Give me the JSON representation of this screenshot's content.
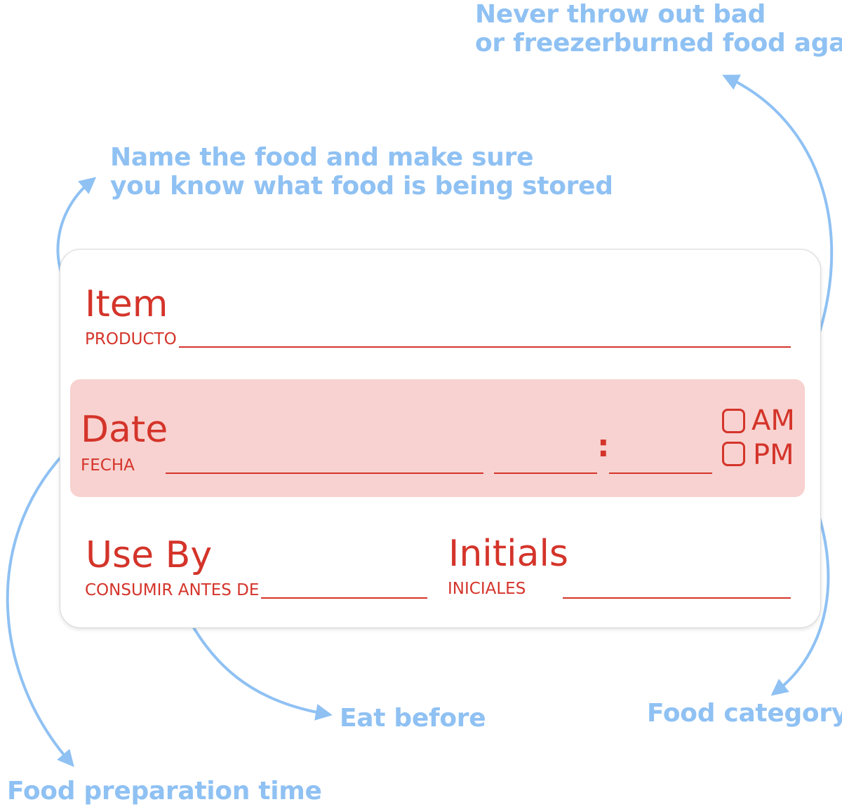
{
  "callouts": {
    "top_right_line1": "Never throw out bad",
    "top_right_line2": "or freezerburned food again!",
    "item_line1": "Name the food and make sure",
    "item_line2": "you know what food is being stored",
    "eat_before": "Eat before",
    "food_category": "Food category",
    "prep_time": "Food preparation time"
  },
  "label": {
    "item": {
      "title": "Item",
      "subtitle": "PRODUCTO"
    },
    "date": {
      "title": "Date",
      "subtitle": "FECHA",
      "time_separator": ":",
      "am": "AM",
      "pm": "PM"
    },
    "use_by": {
      "title": "Use By",
      "subtitle": "CONSUMIR ANTES DE"
    },
    "initials": {
      "title": "Initials",
      "subtitle": "INICIALES"
    }
  },
  "colors": {
    "callout_blue": "#8fc1f3",
    "label_red": "#d4342a",
    "date_band_pink": "#f8d2d0"
  }
}
